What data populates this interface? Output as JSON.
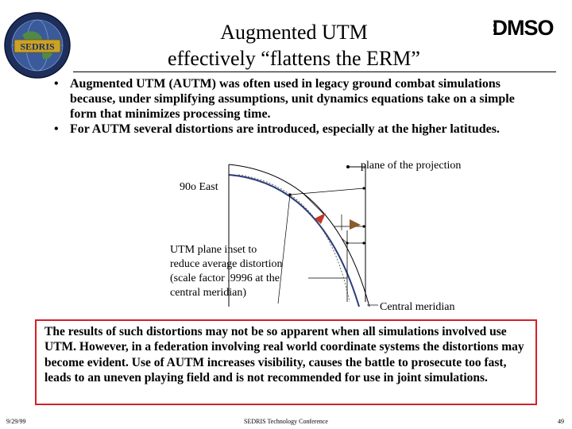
{
  "header": {
    "title_line1": "Augmented UTM",
    "title_line2": "effectively “flattens the ERM”",
    "logo_left_text": "SEDRIS",
    "logo_right_text": "DMSO"
  },
  "bullets": [
    {
      "icon": "bullet",
      "text": "Augmented UTM (AUTM) was often used in legacy ground combat simulations because, under simplifying assumptions, unit dynamics equations take on a simple form that minimizes processing time."
    },
    {
      "icon": "bullet",
      "text": "For AUTM several distortions are introduced, especially at the higher latitudes."
    }
  ],
  "diagram": {
    "label_plane": "plane of the projection",
    "label_90_east": "90o East",
    "label_inset": [
      "UTM plane inset to",
      "reduce average distortion",
      "(scale factor .9996 at the",
      "central meridian)"
    ],
    "label_central_meridian": "Central meridian",
    "colors": {
      "arrow_red": "#c0392b",
      "arrow_brown": "#8b5a2b"
    }
  },
  "callout": {
    "text": "The results of such distortions may not be so apparent when all simulations involved use UTM.  However, in a federation involving real world coordinate systems the distortions may become evident.  Use of AUTM increases visibility, causes the battle to prosecute too fast, leads to an uneven playing field and is not recommended for use in joint simulations.",
    "border_color": "#d4202a"
  },
  "footer": {
    "date": "9/29/99",
    "conference": "SEDRIS Technology Conference",
    "page": "49"
  }
}
